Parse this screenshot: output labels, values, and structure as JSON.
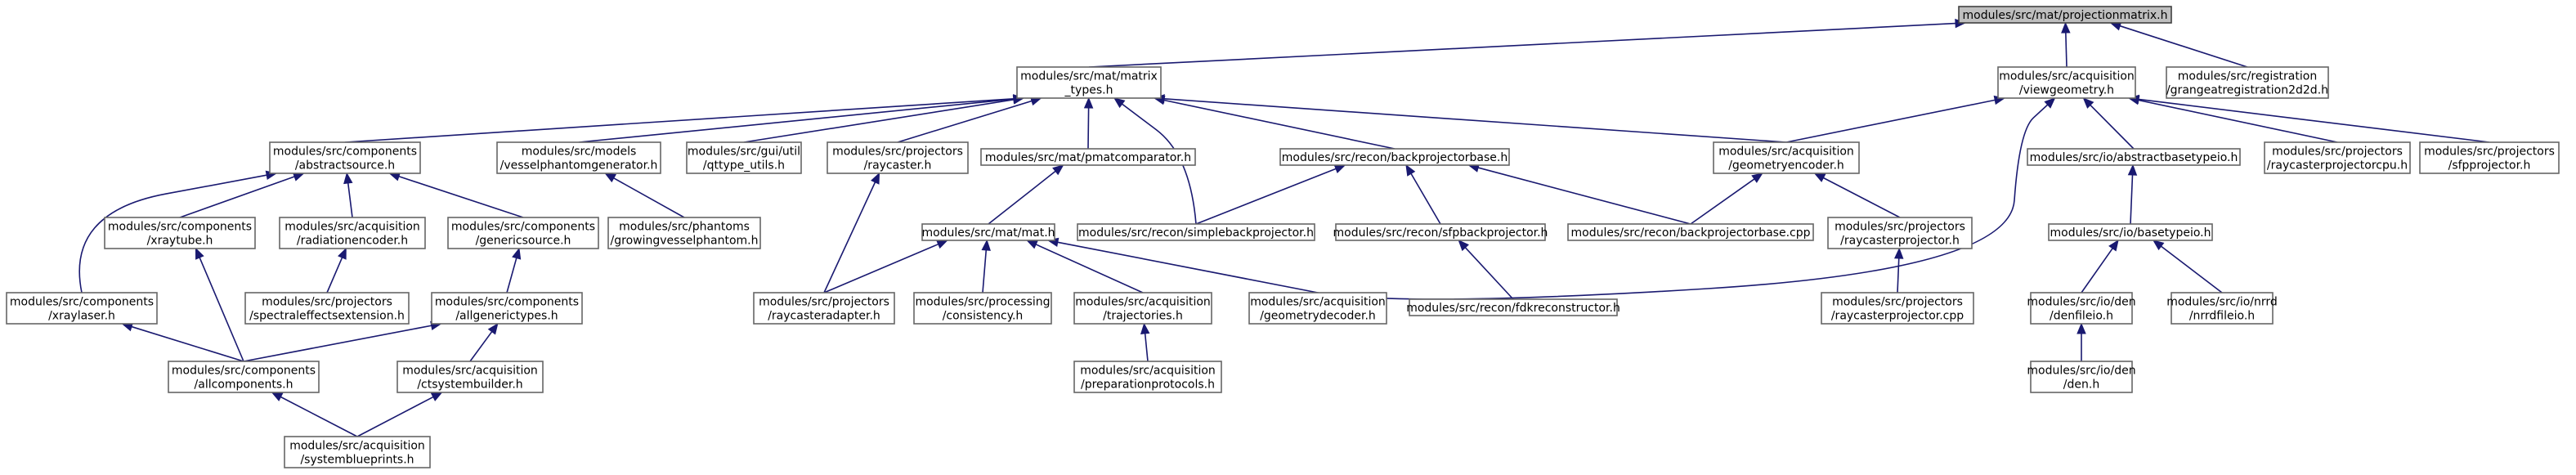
{
  "nodes": [
    {
      "id": "projectionmatrix",
      "lines": [
        "modules/src/mat/projectionmatrix.h"
      ],
      "root": true
    },
    {
      "id": "matrix_types",
      "lines": [
        "modules/src/mat/matrix",
        "_types.h"
      ]
    },
    {
      "id": "viewgeometry",
      "lines": [
        "modules/src/acquisition",
        "/viewgeometry.h"
      ]
    },
    {
      "id": "grangeatregistration2d2d",
      "lines": [
        "modules/src/registration",
        "/grangeatregistration2d2d.h"
      ]
    },
    {
      "id": "abstractsource",
      "lines": [
        "modules/src/components",
        "/abstractsource.h"
      ]
    },
    {
      "id": "vesselphantomgenerator",
      "lines": [
        "modules/src/models",
        "/vesselphantomgenerator.h"
      ]
    },
    {
      "id": "qttype_utils",
      "lines": [
        "modules/src/gui/util",
        "/qttype_utils.h"
      ]
    },
    {
      "id": "raycaster",
      "lines": [
        "modules/src/projectors",
        "/raycaster.h"
      ]
    },
    {
      "id": "pmatcomparator",
      "lines": [
        "modules/src/mat/pmatcomparator.h"
      ]
    },
    {
      "id": "backprojectorbase_h",
      "lines": [
        "modules/src/recon/backprojectorbase.h"
      ]
    },
    {
      "id": "geometryencoder",
      "lines": [
        "modules/src/acquisition",
        "/geometryencoder.h"
      ]
    },
    {
      "id": "abstractbasetypeio",
      "lines": [
        "modules/src/io/abstractbasetypeio.h"
      ]
    },
    {
      "id": "raycasterprojectorcpu",
      "lines": [
        "modules/src/projectors",
        "/raycasterprojectorcpu.h"
      ]
    },
    {
      "id": "sfpprojector",
      "lines": [
        "modules/src/projectors",
        "/sfpprojector.h"
      ]
    },
    {
      "id": "xraytube",
      "lines": [
        "modules/src/components",
        "/xraytube.h"
      ]
    },
    {
      "id": "radiationencoder",
      "lines": [
        "modules/src/acquisition",
        "/radiationencoder.h"
      ]
    },
    {
      "id": "genericsource",
      "lines": [
        "modules/src/components",
        "/genericsource.h"
      ]
    },
    {
      "id": "growingvesselphantom",
      "lines": [
        "modules/src/phantoms",
        "/growingvesselphantom.h"
      ]
    },
    {
      "id": "mat_h",
      "lines": [
        "modules/src/mat/mat.h"
      ]
    },
    {
      "id": "simplebackprojector",
      "lines": [
        "modules/src/recon/simplebackprojector.h"
      ]
    },
    {
      "id": "sfpbackprojector",
      "lines": [
        "modules/src/recon/sfpbackprojector.h"
      ]
    },
    {
      "id": "backprojectorbase_cpp",
      "lines": [
        "modules/src/recon/backprojectorbase.cpp"
      ]
    },
    {
      "id": "raycasterprojector_h",
      "lines": [
        "modules/src/projectors",
        "/raycasterprojector.h"
      ]
    },
    {
      "id": "basetypeio",
      "lines": [
        "modules/src/io/basetypeio.h"
      ]
    },
    {
      "id": "xraylaser",
      "lines": [
        "modules/src/components",
        "/xraylaser.h"
      ]
    },
    {
      "id": "spectraleffectsextension",
      "lines": [
        "modules/src/projectors",
        "/spectraleffectsextension.h"
      ]
    },
    {
      "id": "allgenerictypes",
      "lines": [
        "modules/src/components",
        "/allgenerictypes.h"
      ]
    },
    {
      "id": "raycasteradapter",
      "lines": [
        "modules/src/projectors",
        "/raycasteradapter.h"
      ]
    },
    {
      "id": "consistency",
      "lines": [
        "modules/src/processing",
        "/consistency.h"
      ]
    },
    {
      "id": "trajectories",
      "lines": [
        "modules/src/acquisition",
        "/trajectories.h"
      ]
    },
    {
      "id": "geometrydecoder",
      "lines": [
        "modules/src/acquisition",
        "/geometrydecoder.h"
      ]
    },
    {
      "id": "fdkreconstructor",
      "lines": [
        "modules/src/recon/fdkreconstructor.h"
      ]
    },
    {
      "id": "raycasterprojector_cpp",
      "lines": [
        "modules/src/projectors",
        "/raycasterprojector.cpp"
      ]
    },
    {
      "id": "denfileio",
      "lines": [
        "modules/src/io/den",
        "/denfileio.h"
      ]
    },
    {
      "id": "nrrdfileio",
      "lines": [
        "modules/src/io/nrrd",
        "/nrrdfileio.h"
      ]
    },
    {
      "id": "allcomponents",
      "lines": [
        "modules/src/components",
        "/allcomponents.h"
      ]
    },
    {
      "id": "ctsystembuilder",
      "lines": [
        "modules/src/acquisition",
        "/ctsystembuilder.h"
      ]
    },
    {
      "id": "preparationprotocols",
      "lines": [
        "modules/src/acquisition",
        "/preparationprotocols.h"
      ]
    },
    {
      "id": "den_h",
      "lines": [
        "modules/src/io/den",
        "/den.h"
      ]
    },
    {
      "id": "systemblueprints",
      "lines": [
        "modules/src/acquisition",
        "/systemblueprints.h"
      ]
    }
  ],
  "edges": [
    {
      "from": "projectionmatrix",
      "to": "matrix_types"
    },
    {
      "from": "projectionmatrix",
      "to": "viewgeometry"
    },
    {
      "from": "projectionmatrix",
      "to": "grangeatregistration2d2d"
    },
    {
      "from": "matrix_types",
      "to": "abstractsource"
    },
    {
      "from": "matrix_types",
      "to": "vesselphantomgenerator"
    },
    {
      "from": "matrix_types",
      "to": "qttype_utils"
    },
    {
      "from": "matrix_types",
      "to": "raycaster"
    },
    {
      "from": "matrix_types",
      "to": "pmatcomparator"
    },
    {
      "from": "matrix_types",
      "to": "simplebackprojector"
    },
    {
      "from": "matrix_types",
      "to": "backprojectorbase_h"
    },
    {
      "from": "matrix_types",
      "to": "geometryencoder"
    },
    {
      "from": "viewgeometry",
      "to": "geometryencoder"
    },
    {
      "from": "viewgeometry",
      "to": "geometrydecoder"
    },
    {
      "from": "viewgeometry",
      "to": "abstractbasetypeio"
    },
    {
      "from": "viewgeometry",
      "to": "raycasterprojectorcpu"
    },
    {
      "from": "viewgeometry",
      "to": "sfpprojector"
    },
    {
      "from": "abstractsource",
      "to": "xraylaser"
    },
    {
      "from": "abstractsource",
      "to": "xraytube"
    },
    {
      "from": "abstractsource",
      "to": "radiationencoder"
    },
    {
      "from": "abstractsource",
      "to": "genericsource"
    },
    {
      "from": "vesselphantomgenerator",
      "to": "growingvesselphantom"
    },
    {
      "from": "raycaster",
      "to": "raycasteradapter"
    },
    {
      "from": "pmatcomparator",
      "to": "mat_h"
    },
    {
      "from": "backprojectorbase_h",
      "to": "simplebackprojector"
    },
    {
      "from": "backprojectorbase_h",
      "to": "sfpbackprojector"
    },
    {
      "from": "backprojectorbase_h",
      "to": "backprojectorbase_cpp"
    },
    {
      "from": "geometryencoder",
      "to": "backprojectorbase_cpp"
    },
    {
      "from": "geometryencoder",
      "to": "raycasterprojector_h"
    },
    {
      "from": "abstractbasetypeio",
      "to": "basetypeio"
    },
    {
      "from": "xraytube",
      "to": "allcomponents"
    },
    {
      "from": "radiationencoder",
      "to": "spectraleffectsextension"
    },
    {
      "from": "genericsource",
      "to": "allgenerictypes"
    },
    {
      "from": "mat_h",
      "to": "raycasteradapter"
    },
    {
      "from": "mat_h",
      "to": "consistency"
    },
    {
      "from": "mat_h",
      "to": "trajectories"
    },
    {
      "from": "mat_h",
      "to": "geometrydecoder"
    },
    {
      "from": "sfpbackprojector",
      "to": "fdkreconstructor"
    },
    {
      "from": "raycasterprojector_h",
      "to": "raycasterprojector_cpp"
    },
    {
      "from": "basetypeio",
      "to": "denfileio"
    },
    {
      "from": "basetypeio",
      "to": "nrrdfileio"
    },
    {
      "from": "xraylaser",
      "to": "allcomponents"
    },
    {
      "from": "allgenerictypes",
      "to": "allcomponents"
    },
    {
      "from": "allgenerictypes",
      "to": "ctsystembuilder"
    },
    {
      "from": "trajectories",
      "to": "preparationprotocols"
    },
    {
      "from": "denfileio",
      "to": "den_h"
    },
    {
      "from": "allcomponents",
      "to": "systemblueprints"
    },
    {
      "from": "ctsystembuilder",
      "to": "systemblueprints"
    }
  ]
}
